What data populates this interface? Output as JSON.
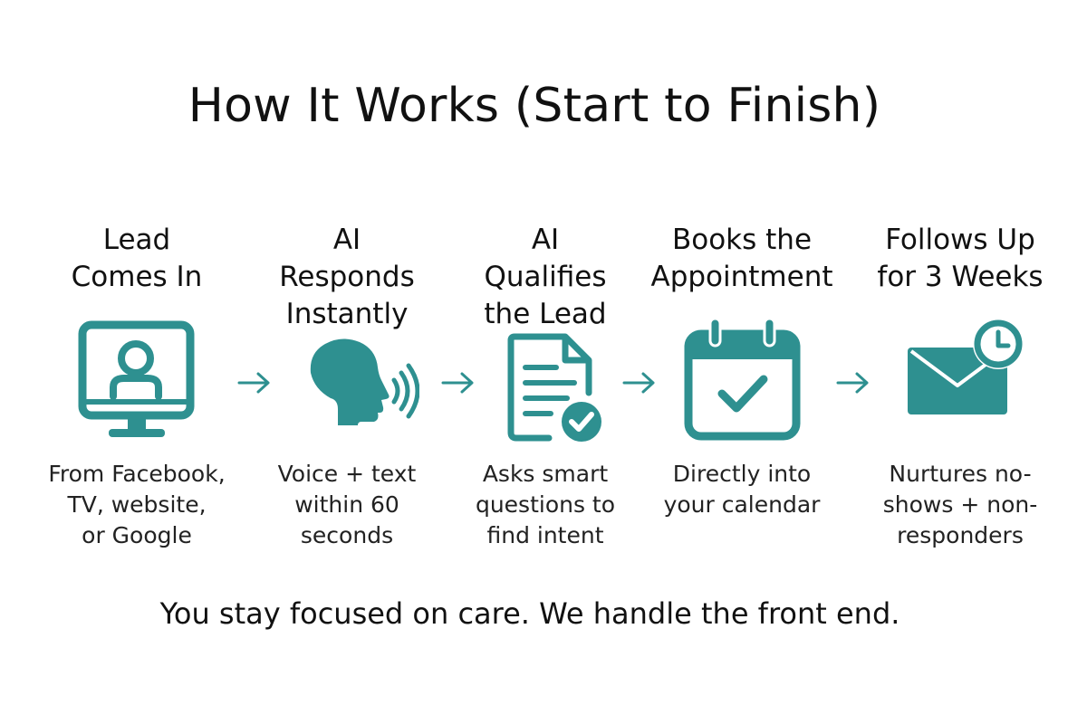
{
  "title": "How It Works (Start to Finish)",
  "accent_color": "#2e9090",
  "steps": [
    {
      "title": "Lead\nComes In",
      "icon": "monitor-user-icon",
      "description": "From Facebook,\nTV, website,\nor Google"
    },
    {
      "title": "AI\nResponds\nInstantly",
      "icon": "speaking-head-icon",
      "description": "Voice + text\nwithin 60\nseconds"
    },
    {
      "title": "AI\nQualifies\nthe Lead",
      "icon": "document-check-icon",
      "description": "Asks smart\nquestions to\nfind intent"
    },
    {
      "title": "Books the\nAppointment",
      "icon": "calendar-check-icon",
      "description": "Directly into\nyour calendar"
    },
    {
      "title": "Follows Up\nfor 3 Weeks",
      "icon": "envelope-clock-icon",
      "description": "Nurtures no-\nshows + non-\nresponders"
    }
  ],
  "footer": "You stay focused on care. We handle the front end."
}
